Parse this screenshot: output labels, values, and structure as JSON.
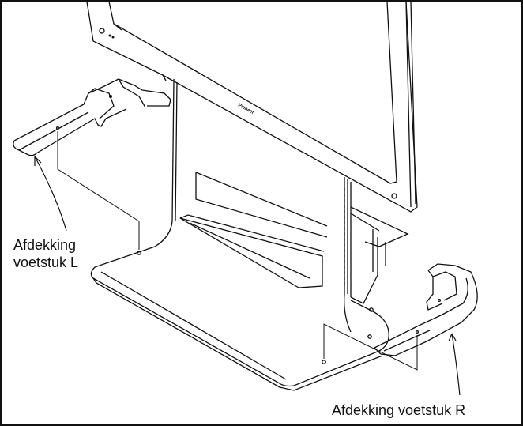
{
  "labels": {
    "left_line1": "Afdekking",
    "left_line2": "voetstuk L",
    "right": "Afdekking voetstuk R"
  },
  "brand_mark": "Pioneer",
  "colors": {
    "line": "#111111",
    "background": "#ffffff"
  }
}
